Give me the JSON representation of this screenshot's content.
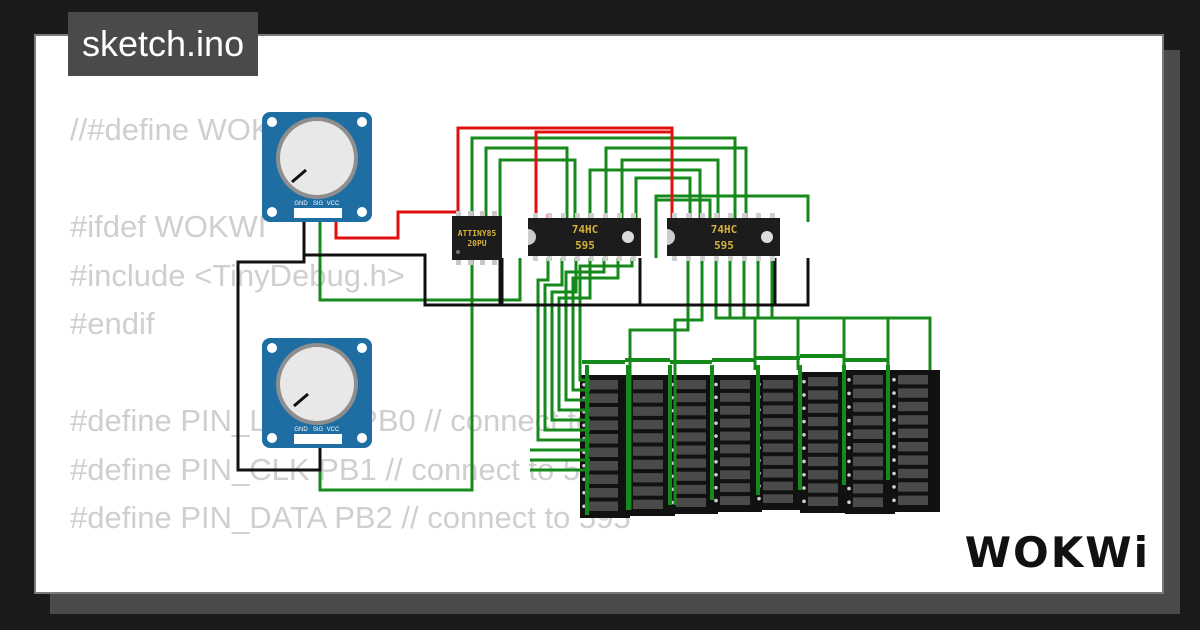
{
  "sketch": {
    "filename": "sketch.ino"
  },
  "code_lines": [
    "//#define WOKWI",
    "",
    "#ifdef WOKWI",
    "#include <TinyDebug.h>",
    "#endif",
    "",
    "#define PIN_LATCH PB0 // connect to 595",
    "#define PIN_CLK PB1 // connect to 595",
    "#define PIN_DATA PB2 // connect to 595"
  ],
  "potentiometers": [
    {
      "pins": [
        "GND",
        "SIG",
        "VCC"
      ]
    },
    {
      "pins": [
        "GND",
        "SIG",
        "VCC"
      ]
    }
  ],
  "chips": {
    "attiny": {
      "line1": "ATTINY85",
      "line2": "20PU"
    },
    "shift1": {
      "line1": "74HC",
      "line2": "595"
    },
    "shift2": {
      "line1": "74HC",
      "line2": "595"
    }
  },
  "bar_graphs": {
    "count": 8,
    "segments": 10
  },
  "colors": {
    "pot_board": "#1f6ea3",
    "wire_green": "#16891b",
    "wire_red": "#e01010",
    "wire_black": "#111111",
    "chip_body": "#1c1c1c",
    "chip_label": "#d6b23a"
  },
  "brand": {
    "name": "WOKWi"
  }
}
